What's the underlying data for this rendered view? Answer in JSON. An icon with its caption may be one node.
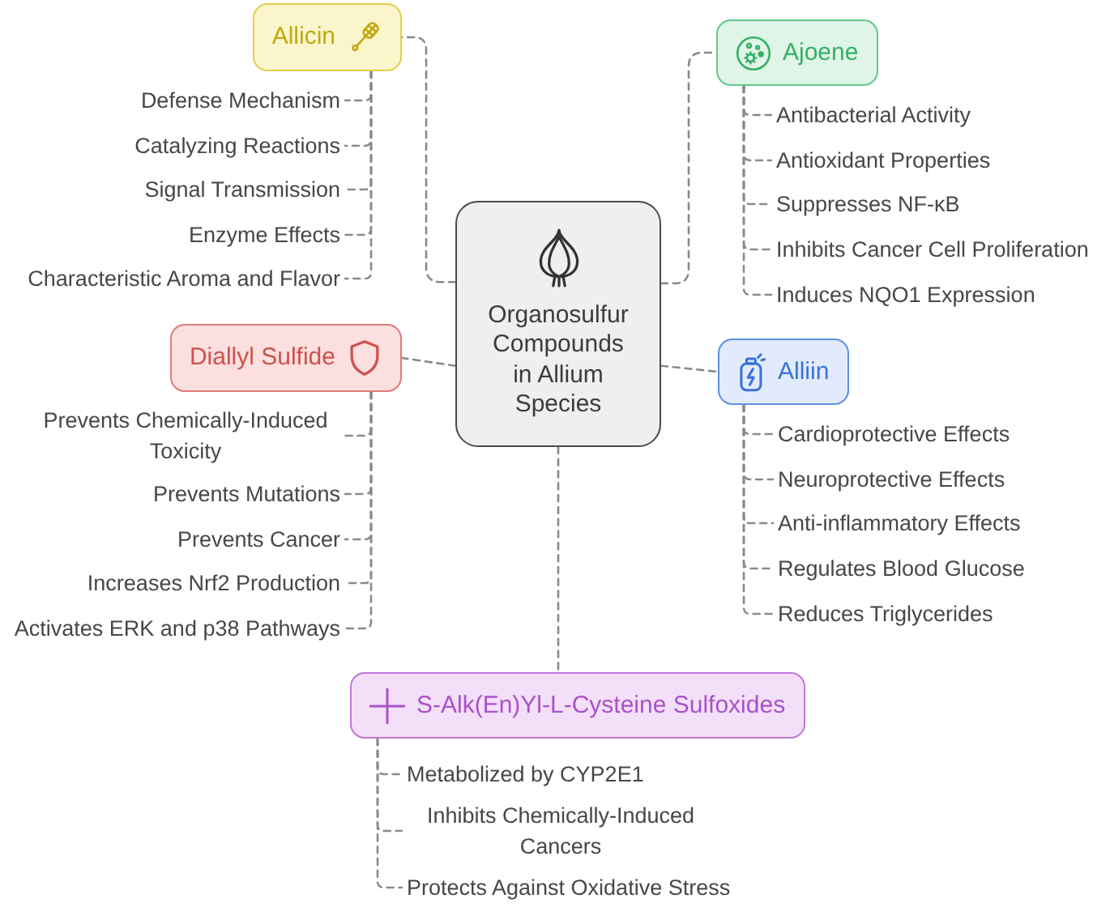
{
  "diagram": {
    "nodes": [
      {
        "text": [
          "Organosulfur Compounds in Allium Species"
        ]
      },
      {
        "text": [
          "Allicin"
        ]
      },
      {
        "text": [
          "Defense Mechanism"
        ]
      },
      {
        "text": [
          "Catalyzing Reactions"
        ]
      },
      {
        "text": [
          "Signal Transmission"
        ]
      },
      {
        "text": [
          "Enzyme Effects"
        ]
      },
      {
        "text": [
          "Characteristic Aroma and Flavor"
        ]
      },
      {
        "text": [
          "Ajoene"
        ]
      },
      {
        "text": [
          "Antibacterial Activity"
        ]
      },
      {
        "text": [
          "Antioxidant Properties"
        ]
      },
      {
        "text": [
          "Suppresses NF-κB"
        ]
      },
      {
        "text": [
          "Inhibits Cancer Cell Proliferation"
        ]
      },
      {
        "text": [
          "Induces NQO1 Expression"
        ]
      },
      {
        "text": [
          "Diallyl Sulfide"
        ]
      },
      {
        "text": [
          "Prevents Chemically-Induced Toxicity"
        ]
      },
      {
        "text": [
          "Prevents Mutations"
        ]
      },
      {
        "text": [
          "Prevents Cancer"
        ]
      },
      {
        "text": [
          "Increases Nrf2 Production"
        ]
      },
      {
        "text": [
          "Activates ERK and p38 Pathways"
        ]
      },
      {
        "text": [
          "Alliin"
        ]
      },
      {
        "text": [
          "Cardioprotective Effects"
        ]
      },
      {
        "text": [
          "Neuroprotective Effects"
        ]
      },
      {
        "text": [
          "Anti-inflammatory Effects"
        ]
      },
      {
        "text": [
          "Regulates Blood Glucose"
        ]
      },
      {
        "text": [
          "Reduces Triglycerides"
        ]
      },
      {
        "text": [
          "S-Alk(En)Yl-L-Cysteine Sulfoxides"
        ]
      },
      {
        "text": [
          "Metabolized by CYP2E1"
        ]
      },
      {
        "text": [
          "Inhibits Chemically-Induced Cancers"
        ]
      },
      {
        "text": [
          "Protects Against Oxidative Stress"
        ]
      }
    ],
    "edges": [
      {
        "from": 0,
        "to": 1,
        "arrow": "none",
        "style": "dashed"
      },
      {
        "from": 0,
        "to": 7,
        "arrow": "none",
        "style": "dashed"
      },
      {
        "from": 0,
        "to": 13,
        "arrow": "none",
        "style": "dashed"
      },
      {
        "from": 0,
        "to": 19,
        "arrow": "none",
        "style": "dashed"
      },
      {
        "from": 0,
        "to": 25,
        "arrow": "none",
        "style": "dashed"
      },
      {
        "from": 1,
        "to": 2,
        "arrow": "none",
        "style": "dashed"
      },
      {
        "from": 1,
        "to": 3,
        "arrow": "none",
        "style": "dashed"
      },
      {
        "from": 1,
        "to": 4,
        "arrow": "none",
        "style": "dashed"
      },
      {
        "from": 1,
        "to": 5,
        "arrow": "none",
        "style": "dashed"
      },
      {
        "from": 1,
        "to": 6,
        "arrow": "none",
        "style": "dashed"
      },
      {
        "from": 7,
        "to": 8,
        "arrow": "none",
        "style": "dashed"
      },
      {
        "from": 7,
        "to": 9,
        "arrow": "none",
        "style": "dashed"
      },
      {
        "from": 7,
        "to": 10,
        "arrow": "none",
        "style": "dashed"
      },
      {
        "from": 7,
        "to": 11,
        "arrow": "none",
        "style": "dashed"
      },
      {
        "from": 7,
        "to": 12,
        "arrow": "none",
        "style": "dashed"
      },
      {
        "from": 13,
        "to": 14,
        "arrow": "none",
        "style": "dashed"
      },
      {
        "from": 13,
        "to": 15,
        "arrow": "none",
        "style": "dashed"
      },
      {
        "from": 13,
        "to": 16,
        "arrow": "none",
        "style": "dashed"
      },
      {
        "from": 13,
        "to": 17,
        "arrow": "none",
        "style": "dashed"
      },
      {
        "from": 13,
        "to": 18,
        "arrow": "none",
        "style": "dashed"
      },
      {
        "from": 19,
        "to": 20,
        "arrow": "none",
        "style": "dashed"
      },
      {
        "from": 19,
        "to": 21,
        "arrow": "none",
        "style": "dashed"
      },
      {
        "from": 19,
        "to": 22,
        "arrow": "none",
        "style": "dashed"
      },
      {
        "from": 19,
        "to": 23,
        "arrow": "none",
        "style": "dashed"
      },
      {
        "from": 19,
        "to": 24,
        "arrow": "none",
        "style": "dashed"
      },
      {
        "from": 25,
        "to": 26,
        "arrow": "none",
        "style": "dashed"
      },
      {
        "from": 25,
        "to": 27,
        "arrow": "none",
        "style": "dashed"
      },
      {
        "from": 25,
        "to": 28,
        "arrow": "none",
        "style": "dashed"
      }
    ]
  }
}
